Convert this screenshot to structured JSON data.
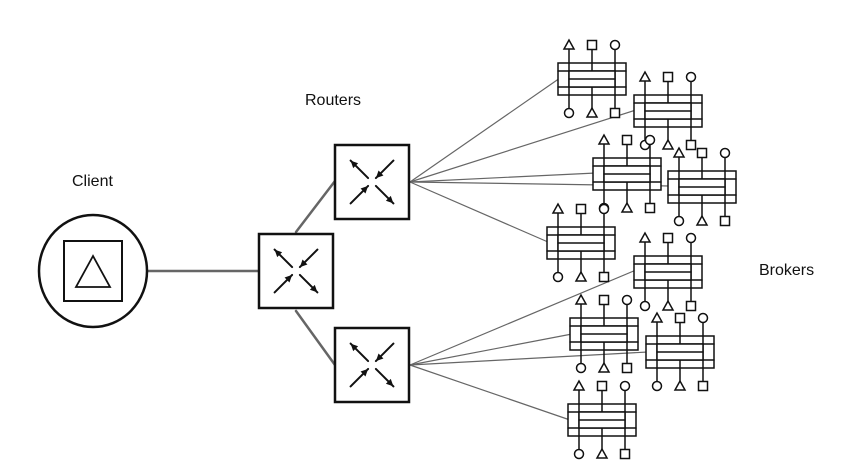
{
  "labels": {
    "client": "Client",
    "routers": "Routers",
    "brokers": "Brokers"
  },
  "colors": {
    "stroke": "#111111",
    "connector": "#666666",
    "background": "#ffffff"
  },
  "icons": {
    "client": "triangle-in-square-icon",
    "router": "crossing-arrows-icon",
    "broker": "queue-with-pins-icon"
  }
}
